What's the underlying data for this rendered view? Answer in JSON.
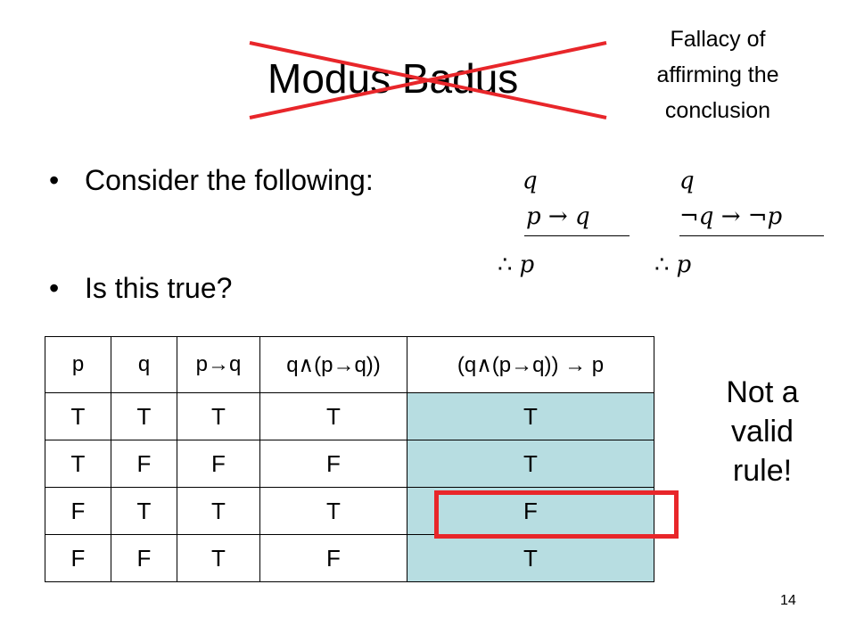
{
  "title": "Modus Badus",
  "side_note_top": [
    "Fallacy of",
    "affirming the",
    "conclusion"
  ],
  "bullets": [
    "Consider the following:",
    "Is this true?"
  ],
  "arguments": [
    {
      "premise1": "q",
      "premise2": "p → q",
      "conclusion": "p"
    },
    {
      "premise1": "q",
      "premise2": "¬q → ¬p",
      "conclusion": "p"
    }
  ],
  "therefore_symbol": "∴",
  "bullet_symbol": "•",
  "truth_table": {
    "headers": [
      "p",
      "q",
      "p→q",
      "q∧(p→q))",
      "(q∧(p→q)) → p"
    ],
    "rows": [
      [
        "T",
        "T",
        "T",
        "T",
        "T"
      ],
      [
        "T",
        "F",
        "F",
        "F",
        "T"
      ],
      [
        "F",
        "T",
        "T",
        "T",
        "F"
      ],
      [
        "F",
        "F",
        "T",
        "F",
        "T"
      ]
    ],
    "highlighted_row": 2,
    "result_color": "#b7dde1",
    "highlight_color": "#e8262a"
  },
  "side_note_right": [
    "Not a",
    "valid",
    "rule!"
  ],
  "strike_color": "#e8262a",
  "slide_number": "14"
}
